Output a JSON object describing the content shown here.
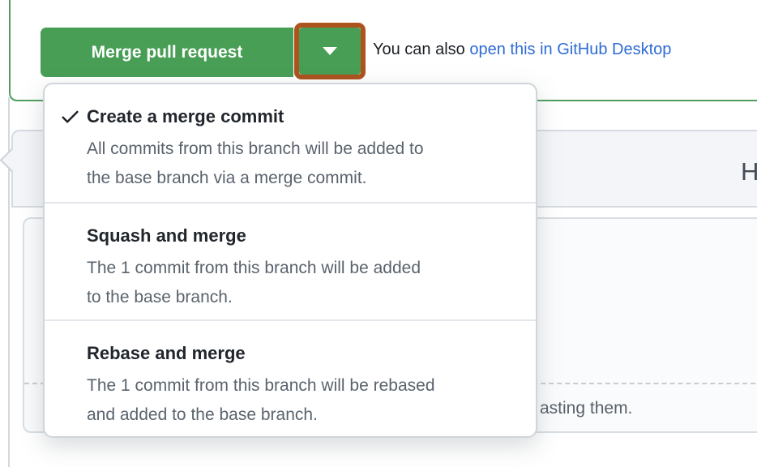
{
  "merge_area": {
    "merge_button_label": "Merge pull request",
    "caption_prefix": "You can also ",
    "caption_link": "open this in GitHub Desktop"
  },
  "dropdown": {
    "items": [
      {
        "title": "Create a merge commit",
        "description": "All commits from this branch will be added to\nthe base branch via a merge commit.",
        "selected": true
      },
      {
        "title": "Squash and merge",
        "description": "The 1 commit from this branch will be added\nto the base branch.",
        "selected": false
      },
      {
        "title": "Rebase and merge",
        "description": "The 1 commit from this branch will be rebased\nand added to the base branch.",
        "selected": false
      }
    ]
  },
  "background": {
    "toolbar_letter": "H",
    "attach_text_fragment": "asting them."
  },
  "colors": {
    "button_green": "#489e55",
    "merge_box_border": "#4f9e5f",
    "highlight_orange": "#ad531e",
    "link_blue": "#2e6bd4"
  }
}
